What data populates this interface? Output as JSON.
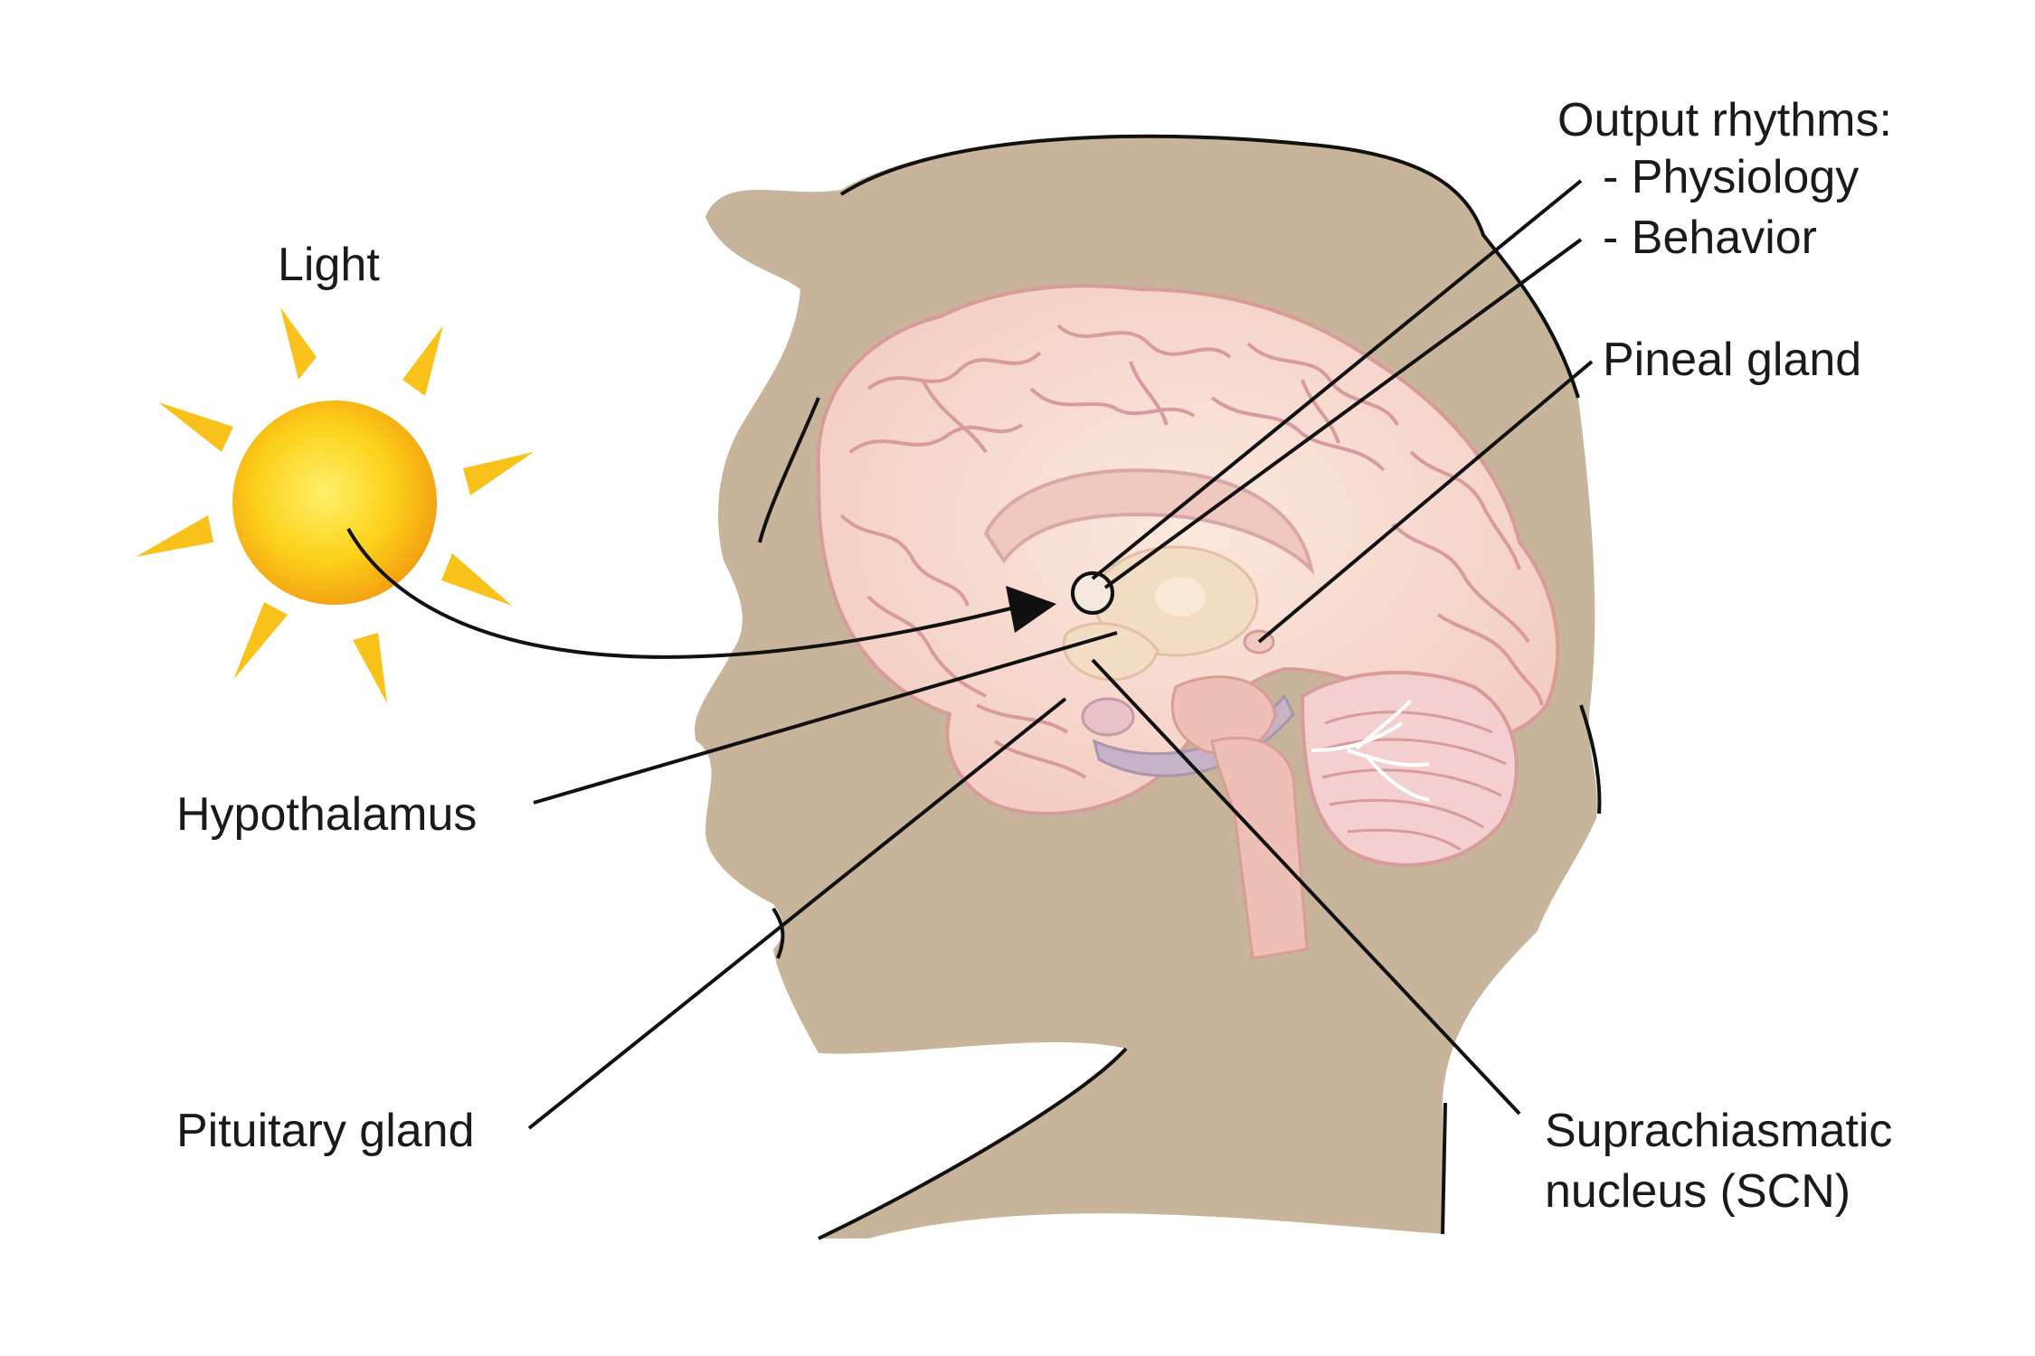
{
  "labels": {
    "light": "Light",
    "output_title": "Output rhythms:",
    "output_physiology": "- Physiology",
    "output_behavior": "- Behavior",
    "pineal": "Pineal gland",
    "hypothalamus": "Hypothalamus",
    "pituitary": "Pituitary gland",
    "scn_line1": "Suprachiasmatic",
    "scn_line2": "nucleus (SCN)"
  },
  "colors": {
    "background": "#ffffff",
    "head_fill": "#c8b49a",
    "outline": "#111111",
    "brain_fill": "#f6d8cf",
    "brain_fold": "#d99a9a",
    "corpus_callosum": "#efc9c0",
    "thalamus": "#f3dcc4",
    "cerebellum": "#f4cfcf",
    "brainstem": "#efbfb6",
    "sun_core": "#fcd21a",
    "sun_edge": "#f39a10",
    "sun_ray": "#f8c21b",
    "pituitary": "#e7c2c9",
    "lavender": "#c6b3c8"
  },
  "icons": [
    "sun-icon",
    "head-silhouette",
    "brain-illustration",
    "arrow-head-icon"
  ]
}
